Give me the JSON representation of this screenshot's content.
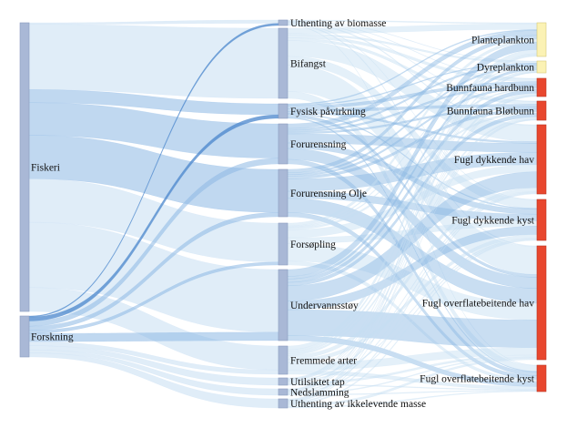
{
  "diagram": {
    "type": "sankey",
    "sources": [
      {
        "id": "fiskeri",
        "label": "Fiskeri"
      },
      {
        "id": "forskning",
        "label": "Forskning"
      }
    ],
    "pressures": [
      {
        "id": "uth_bio",
        "label": "Uthenting av biomasse"
      },
      {
        "id": "bifangst",
        "label": "Bifangst"
      },
      {
        "id": "fysisk",
        "label": "Fysisk påvirkning"
      },
      {
        "id": "forurensning",
        "label": "Forurensning"
      },
      {
        "id": "olje",
        "label": "Forurensning Olje"
      },
      {
        "id": "forsopling",
        "label": "Forsøpling"
      },
      {
        "id": "undervannsstoy",
        "label": "Undervannsstøy"
      },
      {
        "id": "fremmede",
        "label": "Fremmede arter"
      },
      {
        "id": "utilsiktet",
        "label": "Utilsiktet tap"
      },
      {
        "id": "nedslamming",
        "label": "Nedslamming"
      },
      {
        "id": "uth_ikke",
        "label": "Uthenting av ikkelevende masse"
      }
    ],
    "ecosystems": [
      {
        "id": "planteplankton",
        "label": "Planteplankton",
        "color": "#fbf2b4"
      },
      {
        "id": "dyreplankton",
        "label": "Dyreplankton",
        "color": "#fbf2b4"
      },
      {
        "id": "hardbunn",
        "label": "Bunnfauna hardbunn",
        "color": "#e8472e"
      },
      {
        "id": "blotbunn",
        "label": "Bunnfauna Bløtbunn",
        "color": "#e8472e"
      },
      {
        "id": "dykk_hav",
        "label": "Fugl dykkende hav",
        "color": "#e8472e"
      },
      {
        "id": "dykk_kyst",
        "label": "Fugl dykkende kyst",
        "color": "#e8472e"
      },
      {
        "id": "overfl_hav",
        "label": "Fugl overflatebeitende hav",
        "color": "#e8472e"
      },
      {
        "id": "overfl_kyst",
        "label": "Fugl overflatebeitende kyst",
        "color": "#e8472e"
      }
    ],
    "colors": {
      "source_node": "#a9b8d6",
      "pressure_node": "#a9b8d6",
      "link_light": "#c6def3",
      "link_mid": "#8cb8e4",
      "link_dark": "#4a86cc"
    }
  }
}
